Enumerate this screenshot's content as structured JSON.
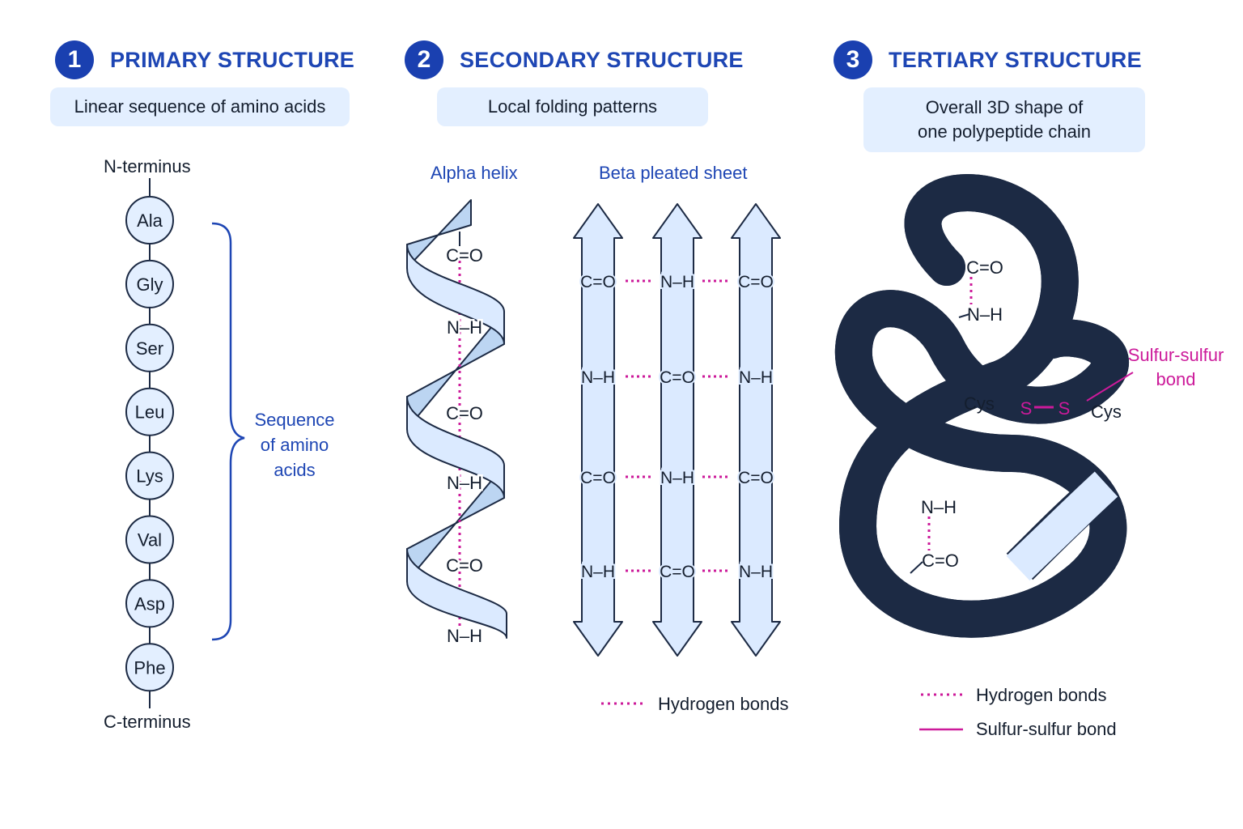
{
  "sections": [
    {
      "num": "1",
      "title": "PRIMARY STRUCTURE",
      "desc": "Linear sequence of amino acids"
    },
    {
      "num": "2",
      "title": "SECONDARY STRUCTURE",
      "desc": "Local folding patterns"
    },
    {
      "num": "3",
      "title": "TERTIARY STRUCTURE",
      "desc": "Overall 3D shape of one polypeptide chain"
    }
  ],
  "primary": {
    "n_terminus": "N-terminus",
    "c_terminus": "C-terminus",
    "amino_acids": [
      "Ala",
      "Gly",
      "Ser",
      "Leu",
      "Lys",
      "Val",
      "Asp",
      "Phe"
    ],
    "brace_label": "Sequence of amino acids"
  },
  "secondary": {
    "alpha_label": "Alpha helix",
    "beta_label": "Beta pleated sheet",
    "helix_groups": [
      "C=O",
      "N–H",
      "C=O",
      "N–H",
      "C=O",
      "N–H"
    ],
    "sheet_rows": [
      [
        "C=O",
        "N–H",
        "C=O"
      ],
      [
        "N–H",
        "C=O",
        "N–H"
      ],
      [
        "C=O",
        "N–H",
        "C=O"
      ],
      [
        "N–H",
        "C=O",
        "N–H"
      ]
    ],
    "legend_hbond": "Hydrogen bonds"
  },
  "tertiary": {
    "groups": [
      "C=O",
      "N–H",
      "N–H",
      "C=O"
    ],
    "cys_left": "Cys",
    "cys_right": "Cys",
    "sulfur": "S",
    "ss_label": "Sulfur-sulfur bond",
    "legend_hbond": "Hydrogen bonds",
    "legend_ss": "Sulfur-sulfur bond"
  },
  "colors": {
    "accent": "#1a40b0",
    "ribbon_fill": "#dbeaff",
    "outline": "#1c2a44",
    "bond_magenta": "#cc1a9a",
    "box_fill": "#e3efff"
  }
}
